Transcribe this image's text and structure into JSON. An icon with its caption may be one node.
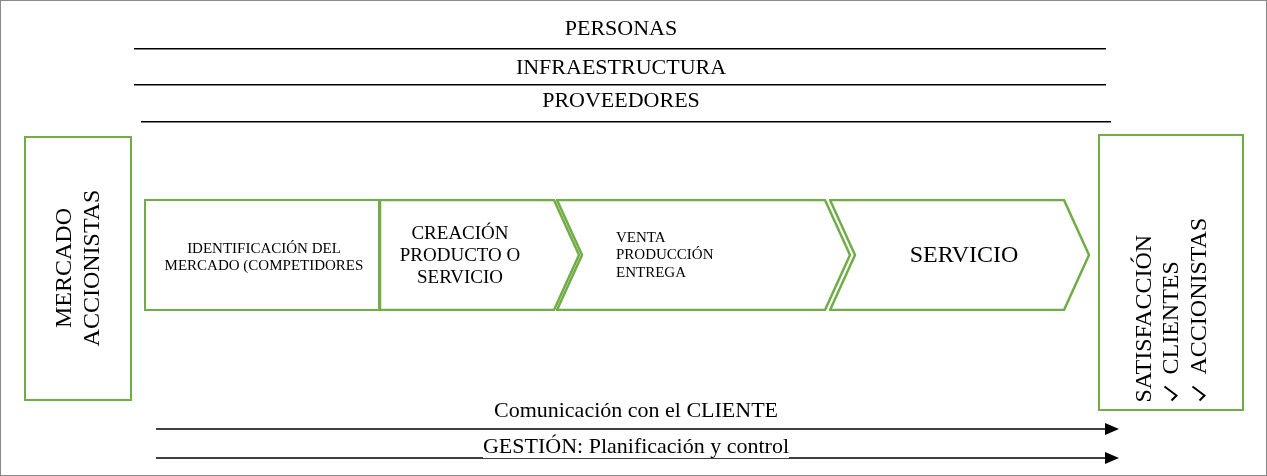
{
  "diagram": {
    "nodes": [
      {
        "text": [
          "MERCADO ACCIONISTAS"
        ]
      },
      {
        "text": [
          "IDENTIFICACIÓN DEL MERCADO (COMPETIDORES"
        ]
      },
      {
        "text": [
          "CREACIÓN PRODUCTO O SERVICIO"
        ]
      },
      {
        "text": [
          "VENTA PRODUCCIÓN ENTREGA"
        ]
      },
      {
        "text": [
          "SERVICIO"
        ]
      },
      {
        "text": [
          "SATISFACCIÓN",
          "CLIENTES",
          "ACCIONISTAS"
        ]
      }
    ],
    "labels": [
      "PERSONAS",
      "INFRAESTRUCTURA",
      "PROVEEDORES",
      "Comunicación con el CLIENTE",
      "GESTIÓN: Planificación y control"
    ]
  }
}
